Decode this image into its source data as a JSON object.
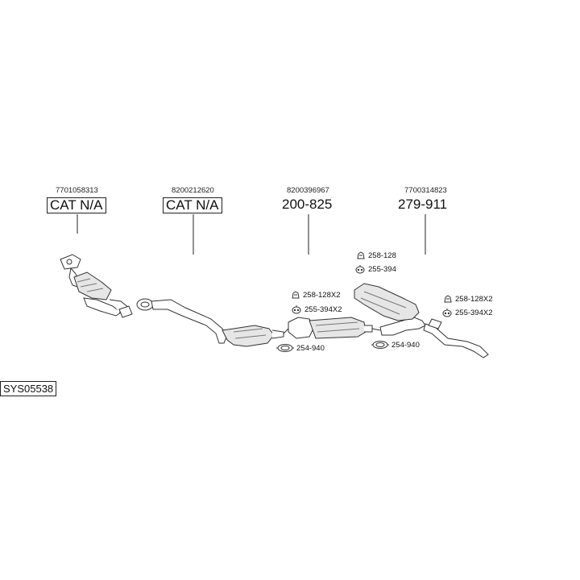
{
  "parts": [
    {
      "id": "cat1",
      "oem": "7701058313",
      "code": "CAT N/A",
      "boxed": true
    },
    {
      "id": "front-pipe",
      "oem": "8200212620",
      "code": "CAT N/A",
      "boxed": true
    },
    {
      "id": "middle-silencer",
      "oem": "8200396967",
      "code": "200-825",
      "boxed": false
    },
    {
      "id": "rear-silencer",
      "oem": "7700314823",
      "code": "279-911",
      "boxed": false
    }
  ],
  "accessories": {
    "mid_mount": "258-128X2",
    "mid_rubber": "255-394X2",
    "mid_clamp": "254-940",
    "rear_mount": "258-128",
    "rear_rubber": "255-394",
    "rear_clamp": "254-940",
    "tail_mount": "258-128X2",
    "tail_rubber": "255-394X2"
  },
  "system_code": "SYS05538",
  "icons": {
    "mount": "rubber-mount-icon",
    "rubber": "hanger-rubber-icon",
    "clamp": "pipe-clamp-icon"
  }
}
